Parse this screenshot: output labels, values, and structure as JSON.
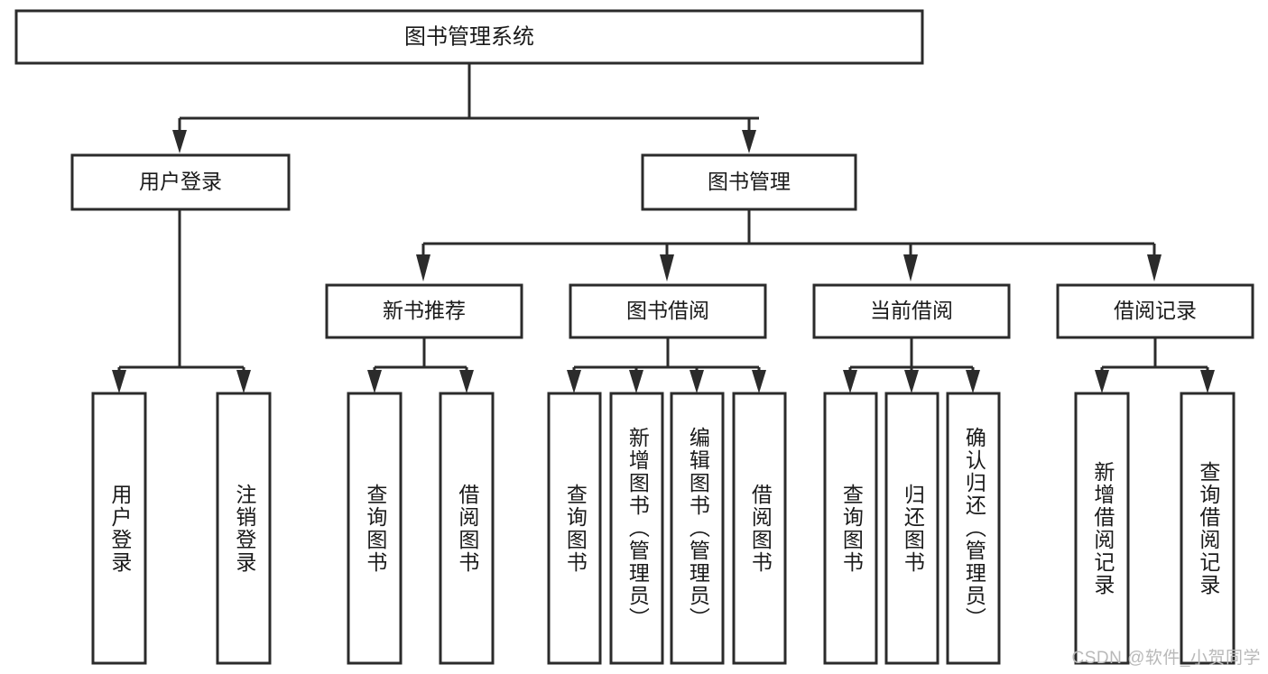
{
  "diagram": {
    "type": "tree",
    "title": "图书管理系统",
    "watermark": "CSDN @软件_小贺同学",
    "colors": {
      "stroke": "#2b2b2b",
      "fill": "#ffffff",
      "text": "#1a1a1a",
      "watermark": "#b9b9b9",
      "background": "#ffffff"
    },
    "root": {
      "label": "图书管理系统"
    },
    "level1": [
      {
        "label": "用户登录"
      },
      {
        "label": "图书管理"
      }
    ],
    "level2": [
      {
        "label": "新书推荐"
      },
      {
        "label": "图书借阅"
      },
      {
        "label": "当前借阅"
      },
      {
        "label": "借阅记录"
      }
    ],
    "leaves": {
      "user_login": [
        {
          "label": "用户登录"
        },
        {
          "label": "注销登录"
        }
      ],
      "new_book_recommend": [
        {
          "label": "查询图书"
        },
        {
          "label": "借阅图书"
        }
      ],
      "book_borrow": [
        {
          "label": "查询图书"
        },
        {
          "label": "新增图书（管理员）"
        },
        {
          "label": "编辑图书（管理员）"
        },
        {
          "label": "借阅图书"
        }
      ],
      "current_borrow": [
        {
          "label": "查询图书"
        },
        {
          "label": "归还图书"
        },
        {
          "label": "确认归还（管理员）"
        }
      ],
      "borrow_record": [
        {
          "label": "新增借阅记录"
        },
        {
          "label": "查询借阅记录"
        }
      ]
    }
  }
}
